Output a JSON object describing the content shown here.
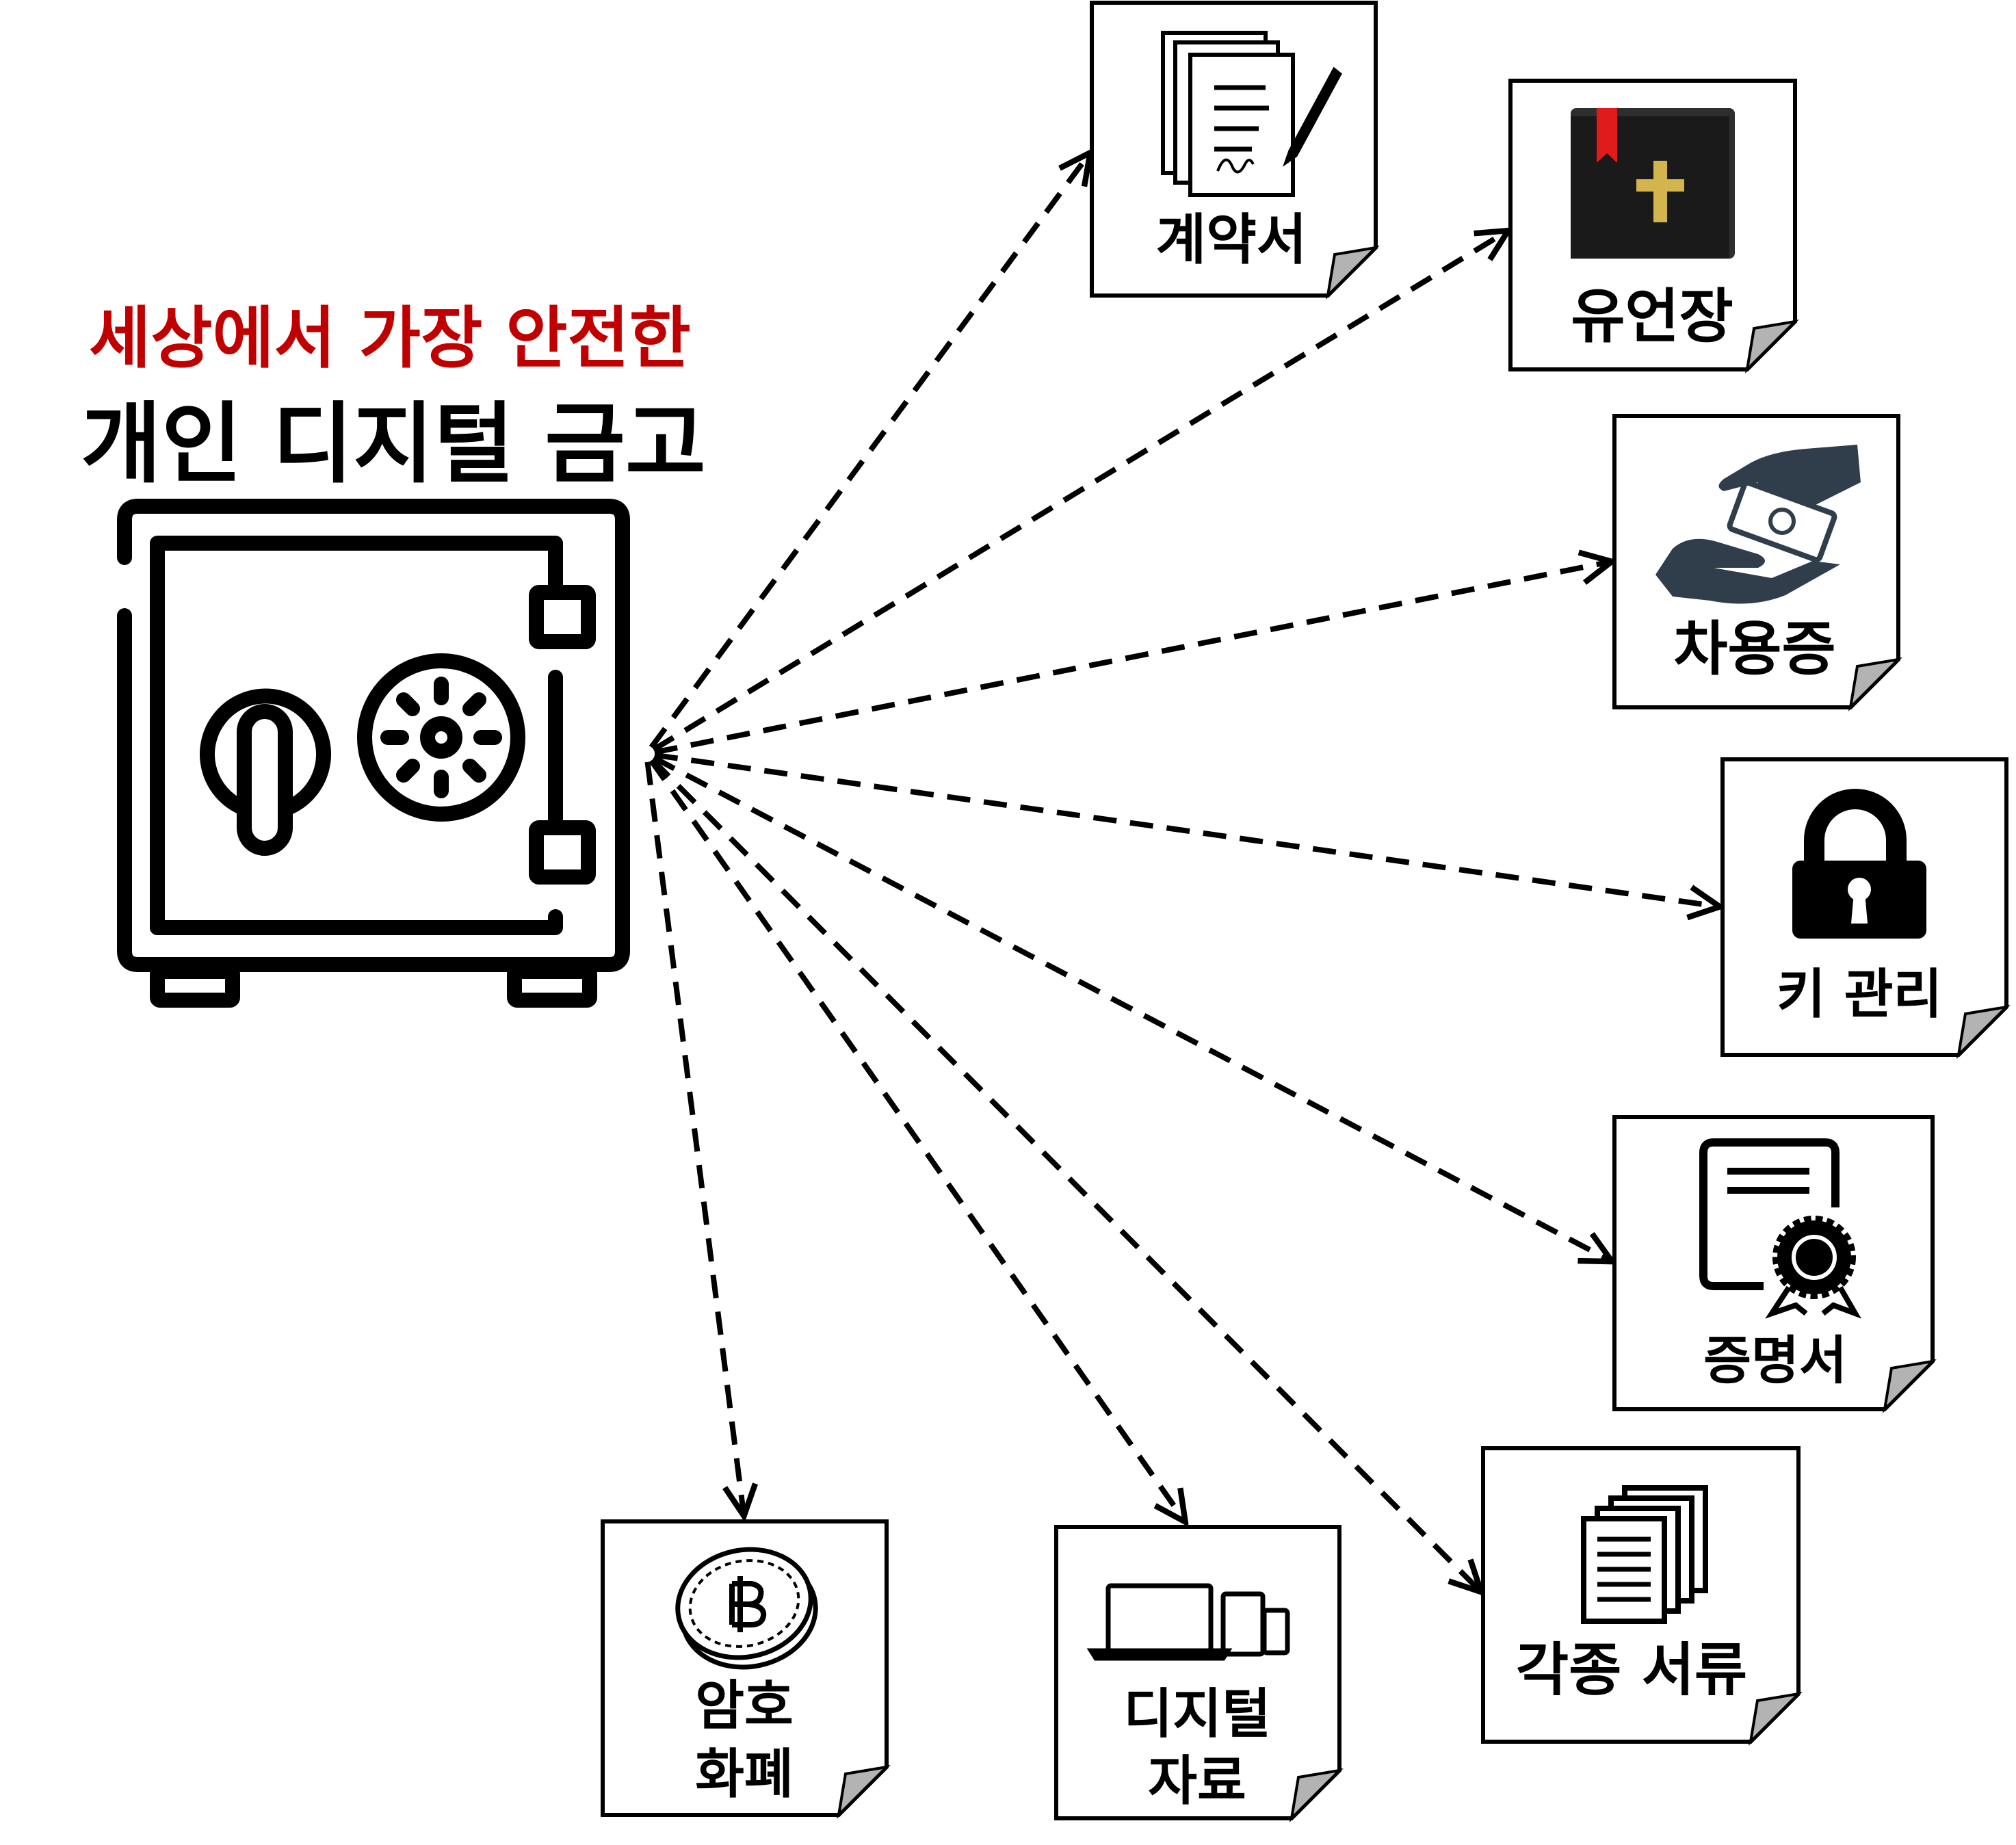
{
  "header": {
    "subtitle": "세상에서 가장 안전한",
    "title": "개인 디지털 금고"
  },
  "center": {
    "name": "safe-icon"
  },
  "colors": {
    "subtitle": "#c00000",
    "ink": "#000000",
    "fold": "#b3b3b3"
  },
  "items": [
    {
      "id": "contract",
      "lines": [
        "계약서"
      ],
      "icon": "contract-icon"
    },
    {
      "id": "will",
      "lines": [
        "유언장"
      ],
      "icon": "bible-icon"
    },
    {
      "id": "loan",
      "lines": [
        "차용증"
      ],
      "icon": "money-handover-icon"
    },
    {
      "id": "key",
      "lines": [
        "키 관리"
      ],
      "icon": "padlock-icon"
    },
    {
      "id": "certificate",
      "lines": [
        "증명서"
      ],
      "icon": "certificate-icon"
    },
    {
      "id": "documents",
      "lines": [
        "각종 서류"
      ],
      "icon": "documents-stack-icon"
    },
    {
      "id": "digital",
      "lines": [
        "디지털",
        "자료"
      ],
      "icon": "devices-icon"
    },
    {
      "id": "crypto",
      "lines": [
        "암호",
        "화폐"
      ],
      "icon": "bitcoin-icon"
    }
  ]
}
